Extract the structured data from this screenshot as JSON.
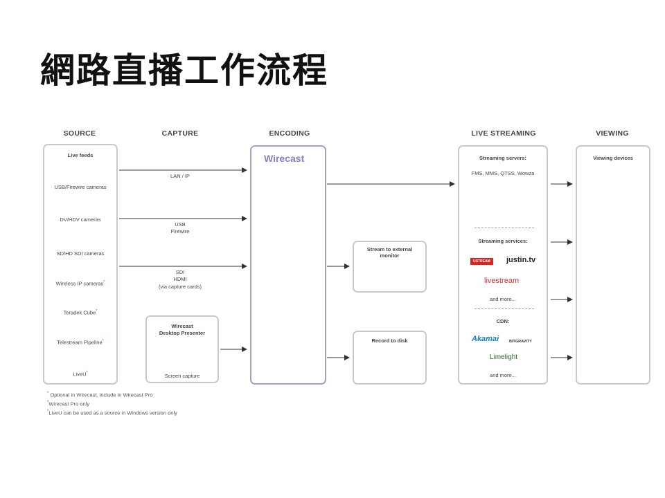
{
  "title": "網路直播工作流程",
  "columns": {
    "source": "SOURCE",
    "capture": "CAPTURE",
    "encoding": "ENCODING",
    "live_streaming": "LIVE STREAMING",
    "viewing": "VIEWING"
  },
  "source": {
    "heading": "Live feeds",
    "items": [
      "USB/Firewire cameras",
      "DV/HDV cameras",
      "SD/HD SDI cameras",
      "Wireless IP cameras",
      "Teradek Cube",
      "Telestream Pipeline",
      "LiveU"
    ]
  },
  "capture": {
    "lan_ip": "LAN / IP",
    "usb": "USB",
    "firewire": "Firewire",
    "sdi": "SDI",
    "hdmi": "HDMI",
    "via_cards": "(via capture cards)",
    "desktop_presenter_line1": "Wirecast",
    "desktop_presenter_line2": "Desktop Presenter",
    "screen_capture": "Screen capture"
  },
  "encoding": {
    "logo": "Wirecast"
  },
  "outputs": {
    "external_monitor_line1": "Stream to external",
    "external_monitor_line2": "monitor",
    "record_to_disk": "Record to disk"
  },
  "live_streaming": {
    "servers_heading": "Streaming servers:",
    "servers_list": "FMS, MMS, QTSS, Wowza",
    "services_heading": "Streaming services:",
    "ustream": "USTREAM",
    "justin": "justin.tv",
    "livestream": "livestream",
    "and_more_1": "and more...",
    "cdn_heading": "CDN:",
    "akamai": "Akamai",
    "bitgravity": "BITGRAVITY",
    "limelight": "Limelight",
    "and_more_2": "and more..."
  },
  "viewing": {
    "heading": "Viewing devices"
  },
  "footnotes": [
    "Optional in Wirecast, include in Wirecast Pro",
    "Wirecast Pro only",
    "LiveU can be used as a source in Windows version only"
  ],
  "colors": {
    "arrow": "#333333",
    "box_border": "#c9c9c9",
    "encoding_border": "#a89cc9"
  }
}
